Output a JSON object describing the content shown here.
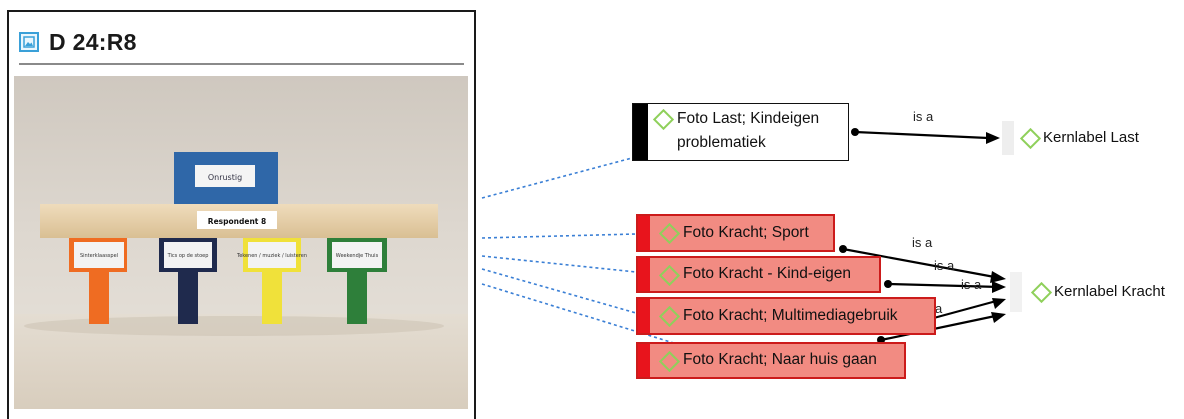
{
  "document": {
    "title": "D 24:R8",
    "icon": "image-document-icon",
    "photo": {
      "card_top": "Onrustig",
      "card_center": "Respondent 8",
      "card_1": "Sinterklaasspel",
      "card_2": "Tics op de stoep",
      "card_3": "Tekenen / muziek / luisteren",
      "card_4": "Weekendje Thuis"
    }
  },
  "nodes": {
    "last_code": "Foto Last; Kindeigen problematiek",
    "kernlabel_last": "Kernlabel Last",
    "kracht_sport": "Foto Kracht; Sport",
    "kracht_kind": "Foto Kracht - Kind-eigen",
    "kracht_multimedia": "Foto Kracht; Multimediagebruik",
    "kracht_huis": "Foto Kracht; Naar huis gaan",
    "kernlabel_kracht": "Kernlabel Kracht"
  },
  "relations": {
    "r1": "is a",
    "r2": "is a",
    "r3": "is a",
    "r4": "is a",
    "r5": "a"
  },
  "colors": {
    "code_red_fill": "#f28b82",
    "code_red_bar": "#e8141c",
    "dotted_link": "#3a7fd5",
    "diamond": "#8fd05b",
    "doc_icon": "#3aa0d8"
  }
}
